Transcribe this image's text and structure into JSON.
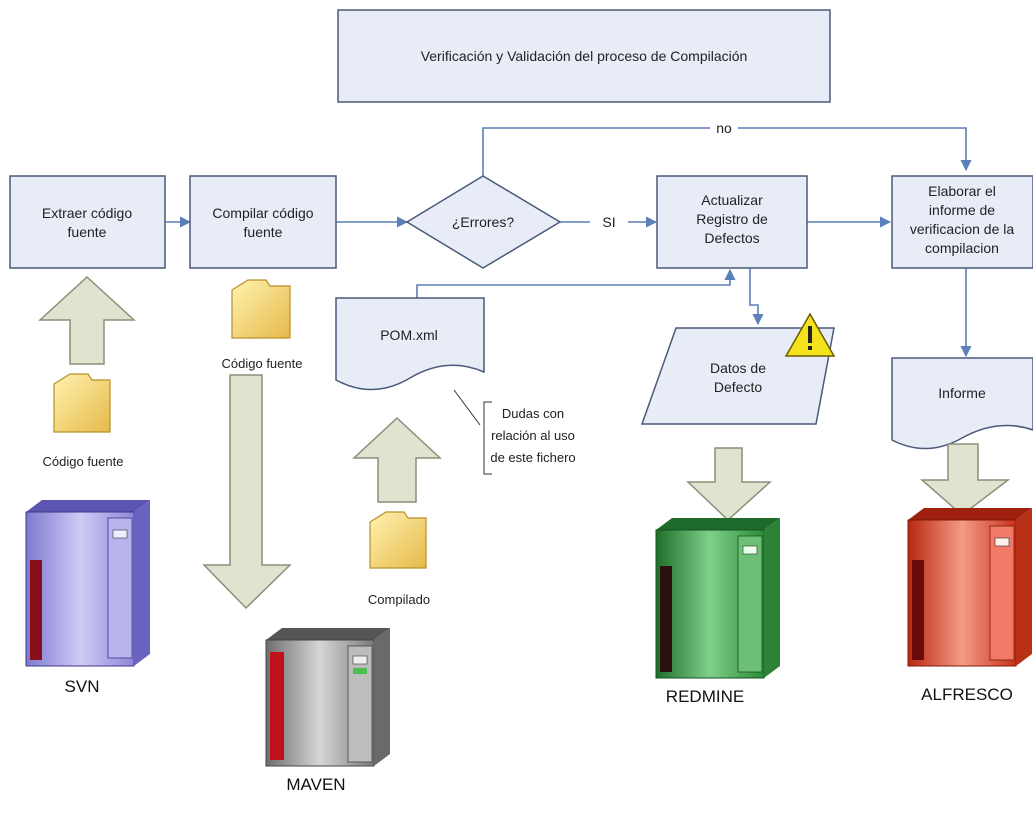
{
  "title": "Verificación y Validación del proceso de Compilación",
  "steps": {
    "extract": [
      "Extraer código",
      "fuente"
    ],
    "compile": [
      "Compilar código",
      "fuente"
    ],
    "decision": "¿Errores?",
    "update": [
      "Actualizar",
      "Registro de",
      "Defectos"
    ],
    "report": [
      "Elaborar el",
      "informe de",
      "verificacion de la",
      "compilacion"
    ]
  },
  "flow_labels": {
    "yes": "SI",
    "no": "no"
  },
  "documents": {
    "pom": "POM.xml",
    "informe": "Informe"
  },
  "data_item": [
    "Datos de",
    "Defecto"
  ],
  "note": [
    "Dudas con",
    "relación al uso",
    "de este fichero"
  ],
  "folders": {
    "left": "Código fuente",
    "middle": "Código fuente",
    "compiled": "Compilado"
  },
  "servers": {
    "svn": "SVN",
    "maven": "MAVEN",
    "redmine": "REDMINE",
    "alfresco": "ALFRESCO"
  },
  "colors": {
    "box_fill": "#e8ecf6",
    "box_stroke": "#4a5a7a",
    "connector": "#5b7fb8",
    "block_arrow": "#dfe3d0",
    "svn": "#a9a4e8",
    "maven": "#9a9a9a",
    "redmine": "#3f9a48",
    "alfresco": "#e0442c"
  }
}
